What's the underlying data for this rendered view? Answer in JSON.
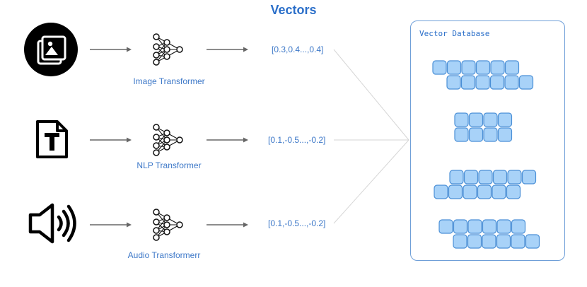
{
  "title": "Vectors",
  "rows": [
    {
      "icon": "image-stack-icon",
      "model_label": "Image Transformer",
      "vector": "[0.3,0.4...,0.4]"
    },
    {
      "icon": "text-document-icon",
      "model_label": "NLP Transformer",
      "vector": "[0.1,-0.5...,-0.2]"
    },
    {
      "icon": "speaker-audio-icon",
      "model_label": "Audio Transformerr",
      "vector": "[0.1,-0.5...,-0.2]"
    }
  ],
  "database": {
    "label": "Vector Database",
    "cell_fill": "#a8d2f8",
    "cell_stroke": "#4a8fd6"
  },
  "colors": {
    "accent": "#2b6fc9",
    "arrow": "#666666",
    "connector": "#d6d6d6"
  }
}
